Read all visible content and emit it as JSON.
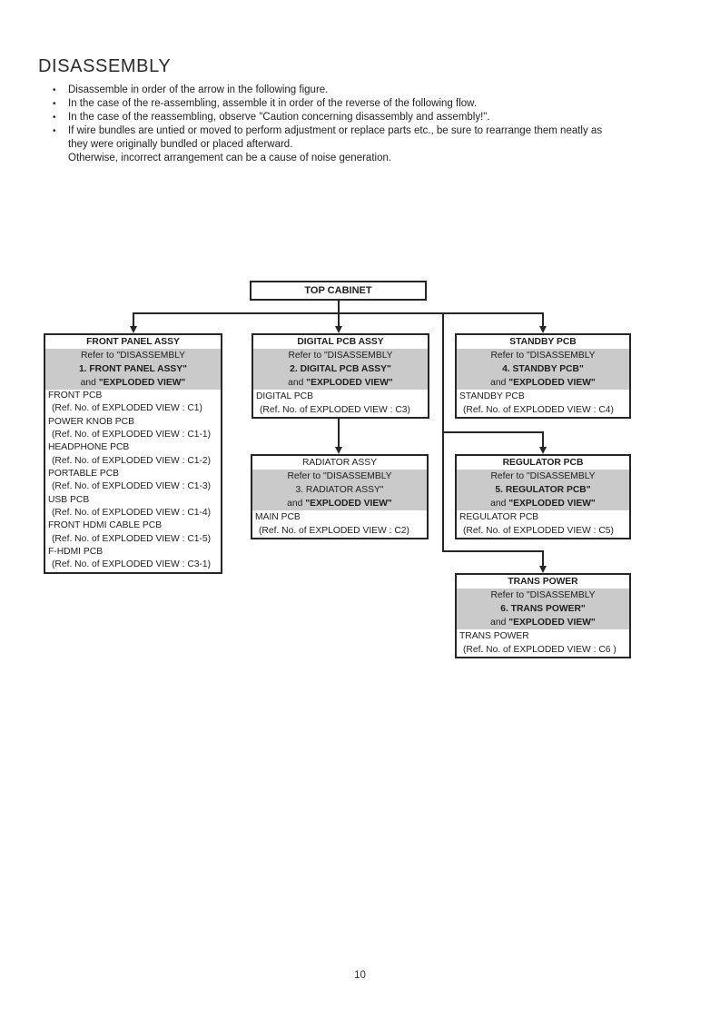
{
  "page": {
    "title": "DISASSEMBLY",
    "bullets": [
      {
        "lines": [
          "Disassemble in order of the arrow in the following figure."
        ]
      },
      {
        "lines": [
          "In the case of the re-assembling, assemble it in order of the reverse of the following flow."
        ]
      },
      {
        "lines": [
          "In the case of the reassembling, observe \"Caution concerning disassembly and assembly!\"."
        ]
      },
      {
        "lines": [
          "If wire bundles are untied or moved to perform adjustment or replace parts etc., be sure to rearrange them neatly as",
          "they were originally bundled or placed afterward.",
          "Otherwise, incorrect arrangement can be a cause of noise generation."
        ]
      }
    ],
    "page_number": "10"
  },
  "flowchart": {
    "root": {
      "label": "TOP CABINET"
    },
    "colors": {
      "shade": "#cacaca",
      "ink": "#262626"
    },
    "boxes": [
      {
        "title": "FRONT PANEL ASSY",
        "refer_line": "Refer to \"DISASSEMBLY",
        "step_line": "1. FRONT PANEL ASSY\"",
        "and_word": "and",
        "exploded_word": "\"EXPLODED VIEW\"",
        "items": [
          {
            "name": "FRONT PCB",
            "ref": "(Ref. No. of EXPLODED VIEW : C1)"
          },
          {
            "name": "POWER KNOB PCB",
            "ref": "(Ref. No. of EXPLODED VIEW : C1-1)"
          },
          {
            "name": "HEADPHONE PCB",
            "ref": "(Ref. No. of EXPLODED VIEW : C1-2)"
          },
          {
            "name": "PORTABLE PCB",
            "ref": "(Ref. No. of EXPLODED VIEW : C1-3)"
          },
          {
            "name": "USB PCB",
            "ref": "(Ref. No. of EXPLODED VIEW : C1-4)"
          },
          {
            "name": "FRONT HDMI CABLE PCB",
            "ref": "(Ref. No. of EXPLODED VIEW : C1-5)"
          },
          {
            "name": "F-HDMI PCB",
            "ref": "(Ref. No. of EXPLODED VIEW : C3-1)"
          }
        ]
      },
      {
        "title": "DIGITAL PCB ASSY",
        "refer_line": "Refer to \"DISASSEMBLY",
        "step_line": "2. DIGITAL PCB ASSY\"",
        "and_word": "and",
        "exploded_word": "\"EXPLODED VIEW\"",
        "items": [
          {
            "name": "DIGITAL PCB",
            "ref": "(Ref. No. of EXPLODED VIEW : C3)"
          }
        ]
      },
      {
        "title": "RADIATOR ASSY",
        "refer_line": "Refer to \"DISASSEMBLY",
        "step_line": "3. RADIATOR ASSY\"",
        "and_word": "and",
        "exploded_word": "\"EXPLODED VIEW\"",
        "items": [
          {
            "name": "MAIN PCB",
            "ref": "(Ref. No. of EXPLODED VIEW : C2)"
          }
        ]
      },
      {
        "title": "STANDBY PCB",
        "refer_line": "Refer to \"DISASSEMBLY",
        "step_line": "4. STANDBY PCB\"",
        "and_word": "and",
        "exploded_word": "\"EXPLODED VIEW\"",
        "items": [
          {
            "name": "STANDBY PCB",
            "ref": "(Ref. No. of EXPLODED VIEW : C4)"
          }
        ]
      },
      {
        "title": "REGULATOR PCB",
        "refer_line": "Refer to \"DISASSEMBLY",
        "step_line": "5. REGULATOR PCB\"",
        "and_word": "and",
        "exploded_word": "\"EXPLODED VIEW\"",
        "items": [
          {
            "name": "REGULATOR PCB",
            "ref": "(Ref. No. of EXPLODED VIEW : C5)"
          }
        ]
      },
      {
        "title": "TRANS POWER",
        "refer_line": "Refer to \"DISASSEMBLY",
        "step_line": "6. TRANS POWER\"",
        "and_word": "and",
        "exploded_word": "\"EXPLODED VIEW\"",
        "items": [
          {
            "name": "TRANS POWER",
            "ref": "(Ref. No. of EXPLODED VIEW : C6 )"
          }
        ]
      }
    ]
  }
}
